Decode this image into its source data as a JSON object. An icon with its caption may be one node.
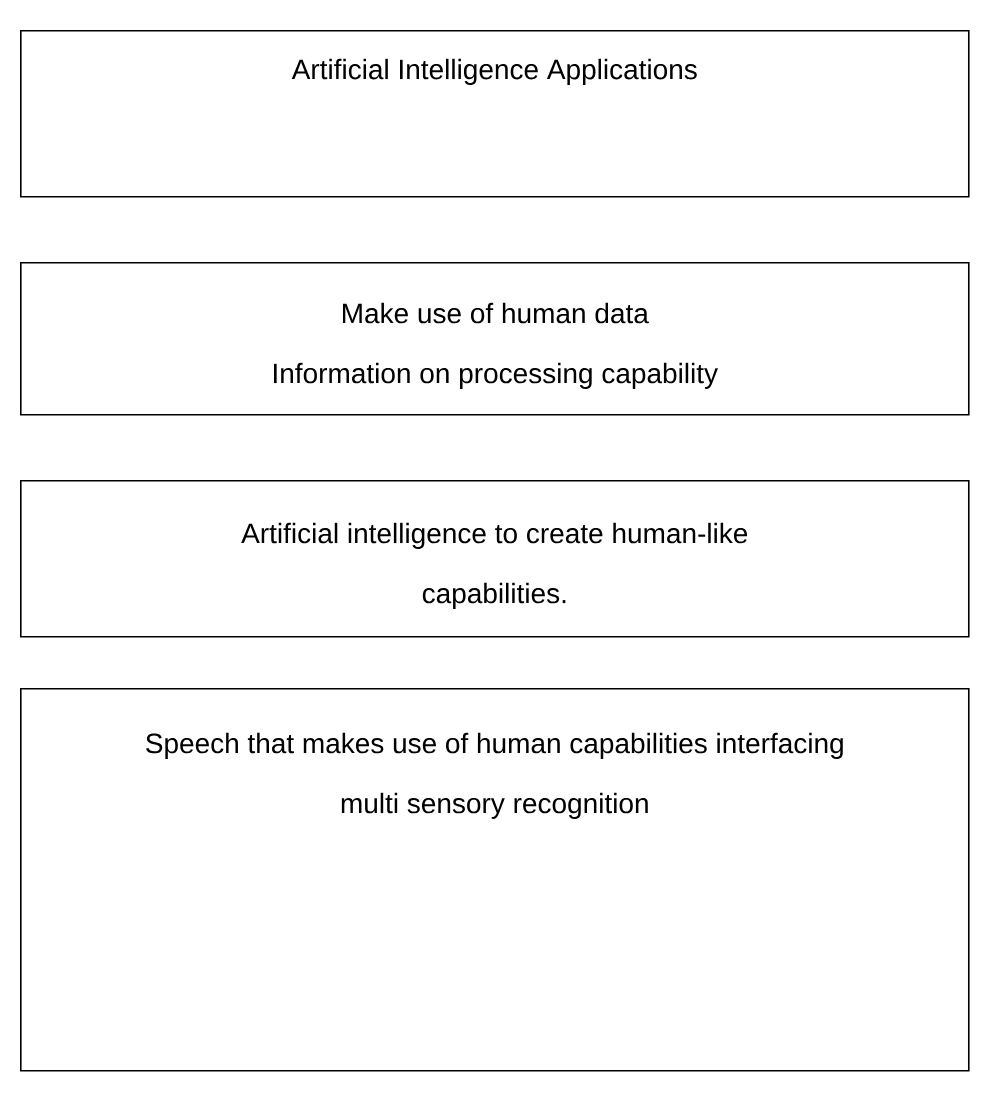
{
  "diagram": {
    "nodes": [
      {
        "text": [
          "Artificial Intelligence Applications"
        ]
      },
      {
        "text": [
          "Make use of human data",
          "Information on processing capability"
        ]
      },
      {
        "text": [
          "Artificial intelligence to create human-like capabilities."
        ]
      },
      {
        "text": [
          "Speech that makes use of human capabilities interfacing multi sensory recognition"
        ]
      }
    ]
  }
}
